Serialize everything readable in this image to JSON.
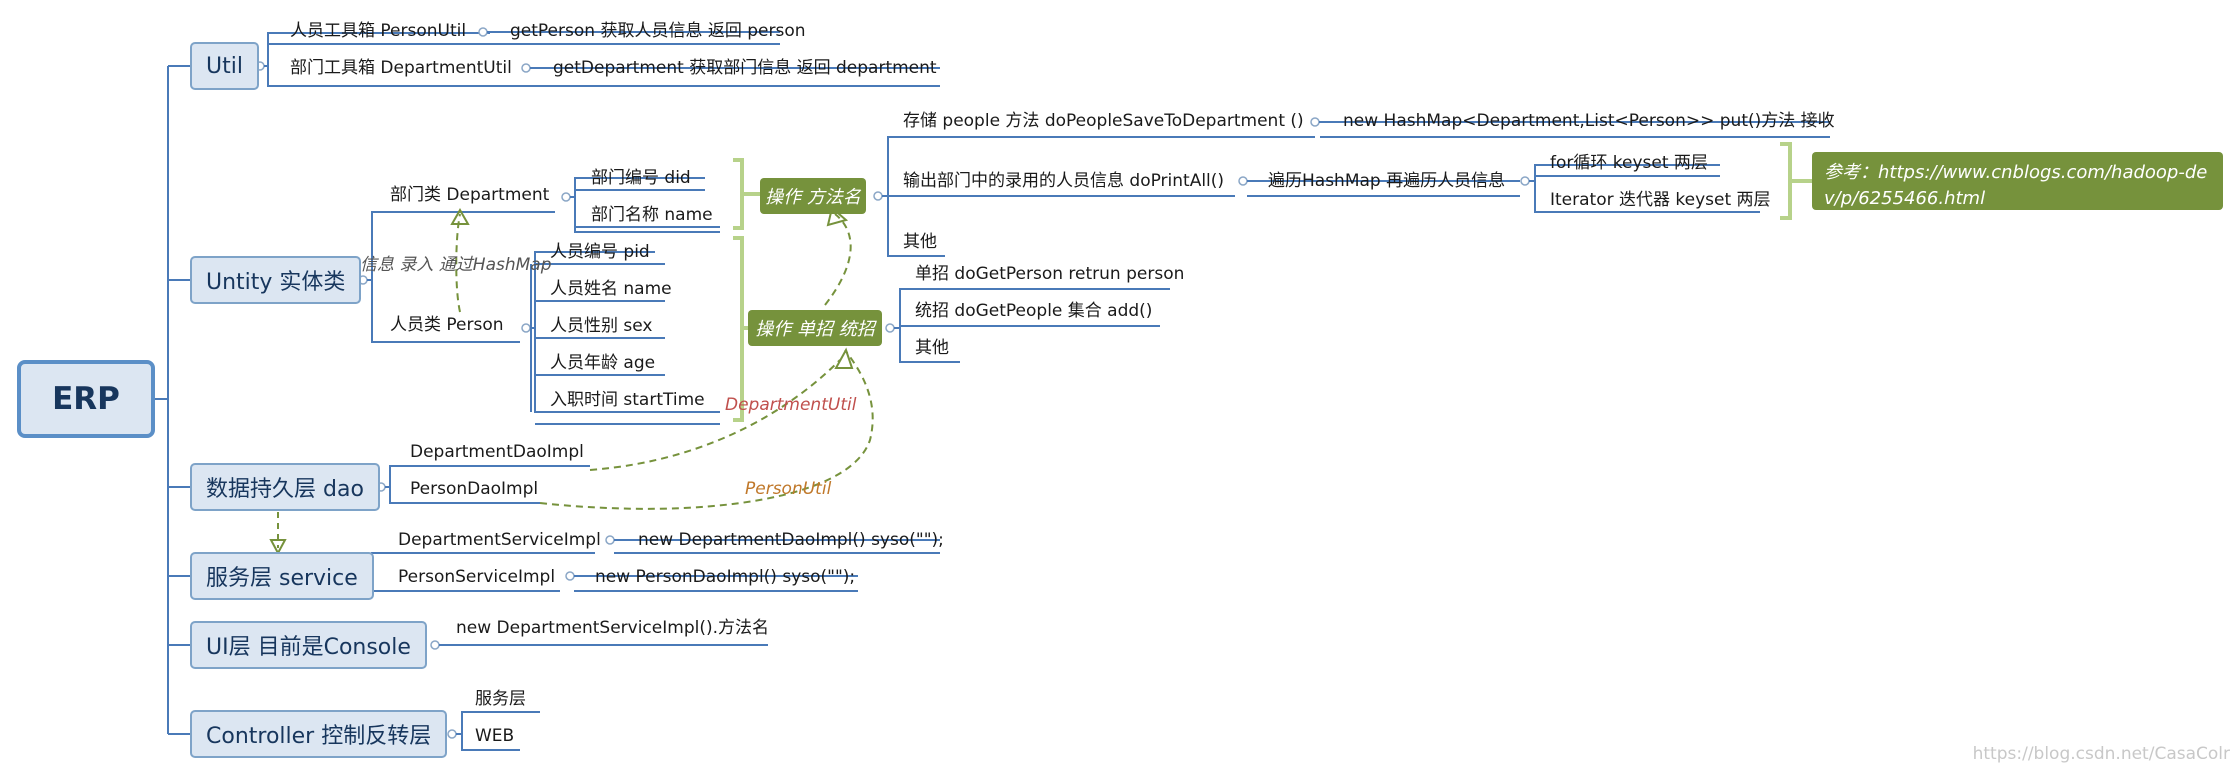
{
  "root": "ERP",
  "util": {
    "title": "Util",
    "person_util": "人员工具箱 PersonUtil",
    "get_person": "getPerson 获取人员信息 返回 person",
    "department_util": "部门工具箱 DepartmentUtil",
    "get_department": "getDepartment 获取部门信息 返回 department"
  },
  "entity": {
    "title": "Untity 实体类",
    "department_class": "部门类 Department",
    "dept_fields": [
      "部门编号 did",
      "部门名称 name"
    ],
    "person_class": "人员类 Person",
    "person_fields": [
      "人员编号 pid",
      "人员姓名 name",
      "人员性别 sex",
      "人员年龄 age",
      "入职时间 startTime"
    ],
    "hashmap_note": "信息 录入 通过HashMap"
  },
  "ops_method": {
    "tag": "操作 方法名",
    "save": "存储 people 方法 doPeopleSaveToDepartment ()",
    "save_detail": "new HashMap<Department,List<Person>>   put()方法 接收",
    "print": "输出部门中的录用的人员信息 doPrintAll()",
    "traverse": "遍历HashMap 再遍历人员信息",
    "loops": [
      "for循环 keyset 两层",
      "Iterator 迭代器 keyset 两层"
    ],
    "ref": "参考：https://www.cnblogs.com/hadoop-dev/p/6255466.html",
    "other": "其他"
  },
  "ops_single": {
    "tag": "操作 单招 统招",
    "single": "单招 doGetPerson retrun person",
    "all": "统招 doGetPeople 集合 add()",
    "other": "其他"
  },
  "links": {
    "department_util": "DepartmentUtil",
    "person_util": "PersonUtil"
  },
  "dao": {
    "title": "数据持久层 dao",
    "items": [
      "DepartmentDaoImpl",
      "PersonDaoImpl"
    ]
  },
  "service": {
    "title": "服务层 service",
    "dept_impl": "DepartmentServiceImpl",
    "dept_detail": "new DepartmentDaoImpl() syso(\"\");",
    "person_impl": "PersonServiceImpl",
    "person_detail": "new PersonDaoImpl() syso(\"\");"
  },
  "ui": {
    "title": "UI层 目前是Console",
    "detail": "new DepartmentServiceImpl().方法名"
  },
  "controller": {
    "title": "Controller 控制反转层",
    "items": [
      "服务层",
      "WEB"
    ]
  },
  "watermark": "https://blog.csdn.net/CasaColr",
  "colors": {
    "node_fill": "#dce6f2",
    "node_border": "#7ea3c8",
    "line": "#4a7ab8",
    "tag_green": "#76923c",
    "link_red": "#c0504d",
    "link_orange": "#c0782a"
  }
}
